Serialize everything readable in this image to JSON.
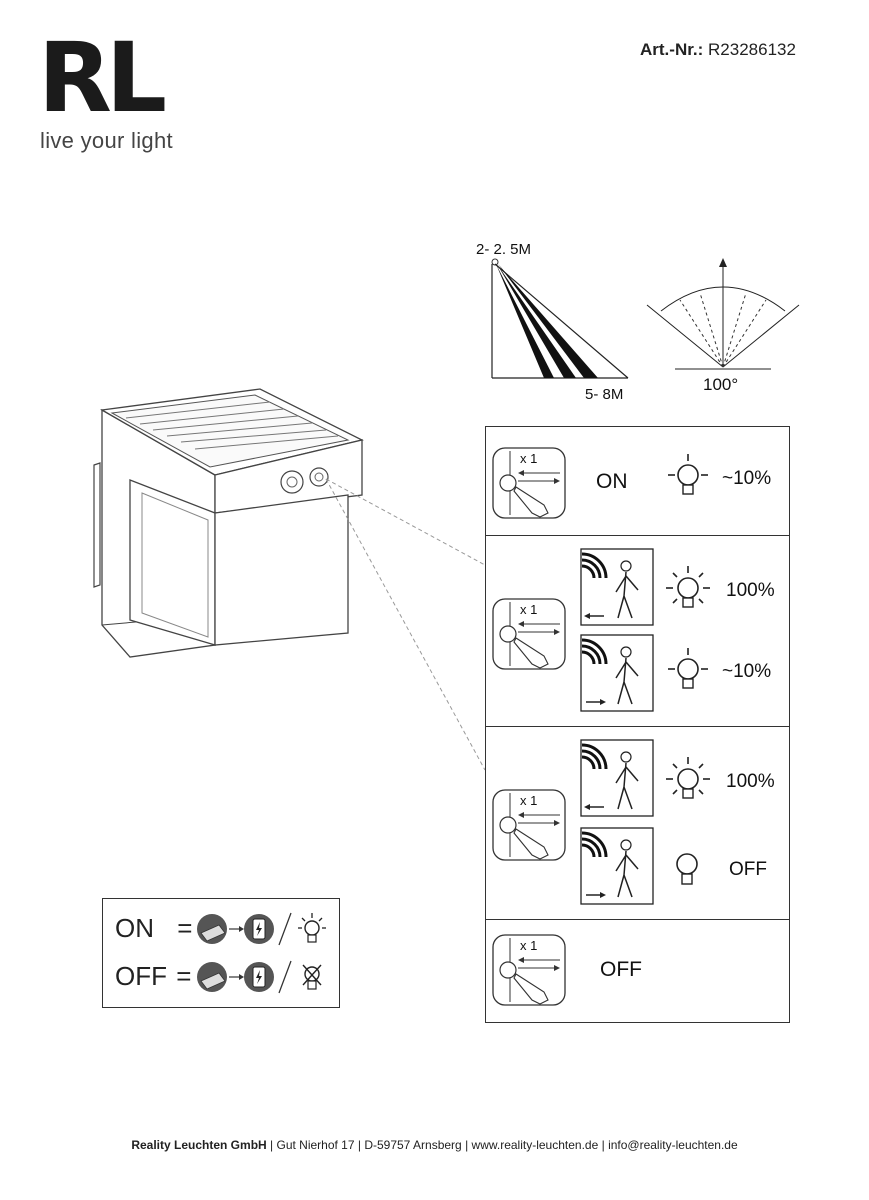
{
  "header": {
    "logo": "RL",
    "tagline": "live your light",
    "art_label": "Art.-Nr.:",
    "art_number": "R23286132"
  },
  "sensor": {
    "height_label": "2- 2. 5M",
    "range_label": "5- 8M",
    "angle_label": "100°"
  },
  "modes": [
    {
      "press": "x 1",
      "state": "ON",
      "level": "~10%"
    },
    {
      "press": "x 1",
      "motion_level": "100%",
      "idle_level": "~10%"
    },
    {
      "press": "x 1",
      "motion_level": "100%",
      "idle_state": "OFF"
    },
    {
      "press": "x 1",
      "state": "OFF"
    }
  ],
  "legend": {
    "on_label": "ON",
    "off_label": "OFF",
    "equals": "="
  },
  "footer": {
    "company": "Reality Leuchten GmbH",
    "address": "Gut Nierhof 17",
    "city": "D-59757 Arnsberg",
    "website": "www.reality-leuchten.de",
    "email": "info@reality-leuchten.de"
  }
}
